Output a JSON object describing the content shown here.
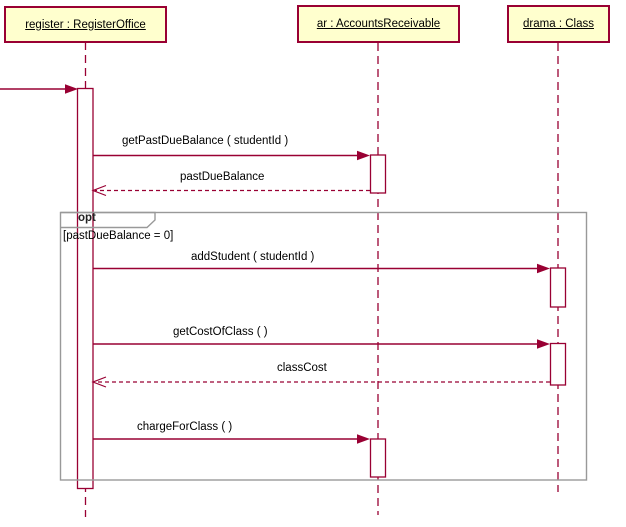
{
  "diagram": {
    "type": "uml-sequence-diagram",
    "colors": {
      "message_line": "#990033",
      "lifeline_head_fill": "#FFFFCE",
      "fragment_frame": "#999999",
      "text": "#000000"
    },
    "lifelines": [
      {
        "label": "register : RegisterOffice"
      },
      {
        "label": "ar : AccountsReceivable"
      },
      {
        "label": "drama : Class"
      }
    ],
    "fragment": {
      "operator": "opt",
      "guard": "[pastDueBalance = 0]"
    },
    "messages": [
      {
        "label": "",
        "type": "found",
        "from": "edge",
        "to": "register : RegisterOffice"
      },
      {
        "label": "getPastDueBalance ( studentId )",
        "type": "sync",
        "from": "register : RegisterOffice",
        "to": "ar : AccountsReceivable"
      },
      {
        "label": "pastDueBalance",
        "type": "return",
        "from": "ar : AccountsReceivable",
        "to": "register : RegisterOffice"
      },
      {
        "label": "addStudent ( studentId )",
        "type": "sync",
        "from": "register : RegisterOffice",
        "to": "drama : Class"
      },
      {
        "label": "getCostOfClass ( )",
        "type": "sync",
        "from": "register : RegisterOffice",
        "to": "drama : Class"
      },
      {
        "label": "classCost",
        "type": "return",
        "from": "drama : Class",
        "to": "register : RegisterOffice"
      },
      {
        "label": "chargeForClass ( )",
        "type": "sync",
        "from": "register : RegisterOffice",
        "to": "ar : AccountsReceivable"
      }
    ]
  }
}
